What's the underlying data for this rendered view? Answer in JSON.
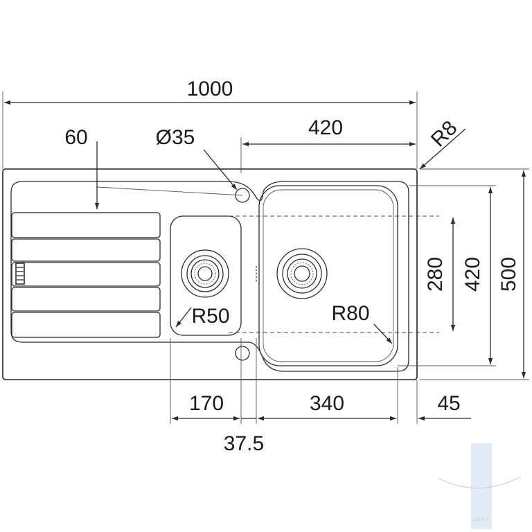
{
  "dimensions": {
    "overall_width": "1000",
    "drainer_offset": "60",
    "tap_hole": "Ø35",
    "main_bowl_width_top": "420",
    "corner_radius": "R8",
    "bowl_length": "280",
    "main_bowl_length": "420",
    "overall_depth": "500",
    "small_bowl_radius": "R50",
    "main_bowl_radius": "R80",
    "small_bowl_width": "170",
    "main_bowl_width": "340",
    "right_margin": "45",
    "bowl_gap": "37.5"
  },
  "watermark": {
    "text": "vennu"
  },
  "colors": {
    "line": "#2a2a2a",
    "text": "#1a1a1a",
    "background": "#ffffff",
    "watermark": "#9fc5e8"
  }
}
